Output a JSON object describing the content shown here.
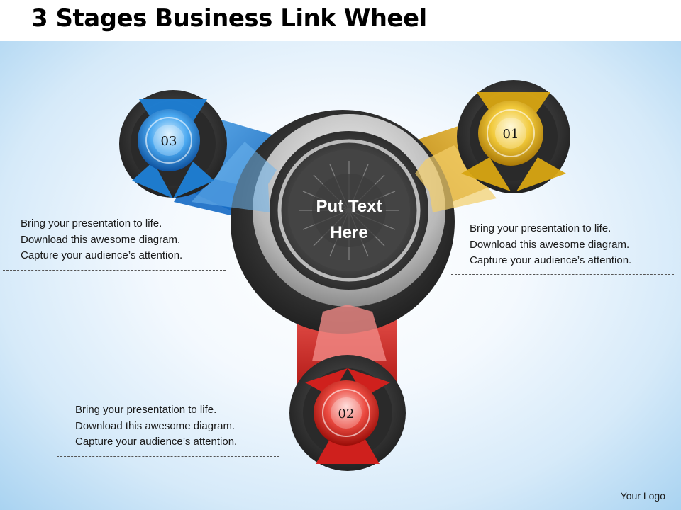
{
  "title": "3 Stages Business Link Wheel",
  "center": {
    "line1": "Put Text",
    "line2": "Here"
  },
  "stages": [
    {
      "number": "01",
      "color": "#d8a512"
    },
    {
      "number": "02",
      "color": "#d8201c"
    },
    {
      "number": "03",
      "color": "#1d7fd6"
    }
  ],
  "text_blocks": {
    "left_top": {
      "line1": "Bring your presentation to life.",
      "line2": "Download this awesome diagram.",
      "line3": "Capture your audience’s attention."
    },
    "right": {
      "line1": "Bring your presentation to life.",
      "line2": "Download this awesome diagram.",
      "line3": "Capture your audience’s attention."
    },
    "bottom_left": {
      "line1": "Bring your presentation to life.",
      "line2": "Download this awesome diagram.",
      "line3": "Capture your audience’s attention."
    }
  },
  "logo": "Your Logo"
}
